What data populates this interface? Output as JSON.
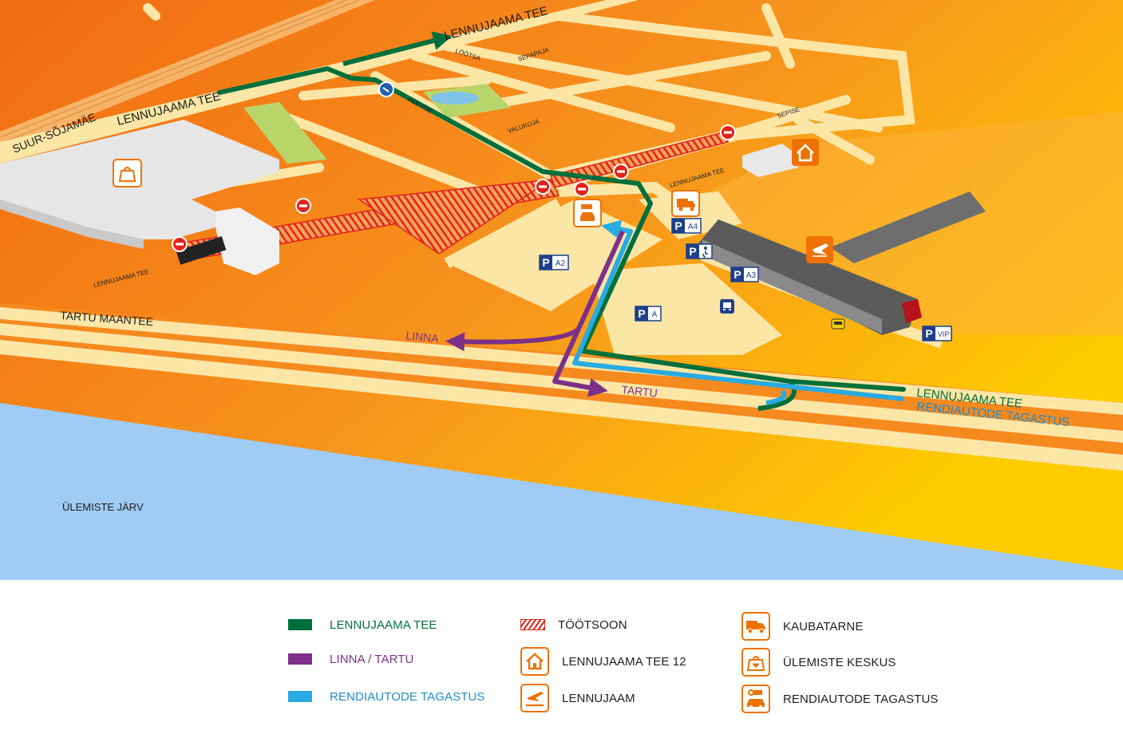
{
  "colors": {
    "route_green": "#006f3c",
    "route_purple": "#7d3088",
    "route_blue": "#29aae2",
    "work_zone_red": "#e2231a",
    "icon_orange": "#ee7203",
    "lake": "#9fcbf5",
    "road": "#fbe6a6",
    "land_orange": "#f37d1a"
  },
  "map": {
    "streets": {
      "lennujaama_tee_top": "LENNUJAAMA TEE",
      "lennujaama_tee_left": "LENNUJAAMA TEE",
      "suur_sojamae": "SUUR-SÕJAMÄE",
      "lootsa": "LÖÖTSA",
      "sepapaja": "SEPAPAJA",
      "keevise": "KEEVISE",
      "valukoja": "VALUKOJA",
      "sepise": "SEPISE",
      "lennujaama_tee_mid": "LENNUJAAMA TEE",
      "lennujaama_tee_small": "LENNUJAAMA TEE",
      "tartu_maantee": "TARTU MAANTEE",
      "lake": "ÜLEMISTE JÄRV"
    },
    "route_labels": {
      "linna": "LINNA",
      "tartu": "TARTU",
      "lennujaama_tee": "LENNUJAAMA TEE",
      "rendiautode_tagastus": "RENDIAUTODE TAGASTUS"
    },
    "parking": {
      "a2": "A2",
      "a3": "A3",
      "a4": "A4",
      "a": "A",
      "vip": "VIP",
      "p": "P"
    }
  },
  "legend": {
    "col1": [
      {
        "label": "LENNUJAAMA TEE",
        "swatch": "route_green"
      },
      {
        "label": "LINNA / TARTU",
        "swatch": "route_purple"
      },
      {
        "label": "RENDIAUTODE TAGASTUS",
        "swatch": "route_blue"
      }
    ],
    "col2": [
      {
        "label": "TÖÖTSOON",
        "icon": "hatch-icon"
      },
      {
        "label": "LENNUJAAMA TEE 12",
        "icon": "house-icon"
      },
      {
        "label": "LENNUJAAM",
        "icon": "airplane-icon"
      }
    ],
    "col3": [
      {
        "label": "KAUBATARNE",
        "icon": "truck-icon"
      },
      {
        "label": "ÜLEMISTE KESKUS",
        "icon": "shopping-bag-icon"
      },
      {
        "label": "RENDIAUTODE TAGASTUS",
        "icon": "car-rental-icon"
      }
    ]
  }
}
